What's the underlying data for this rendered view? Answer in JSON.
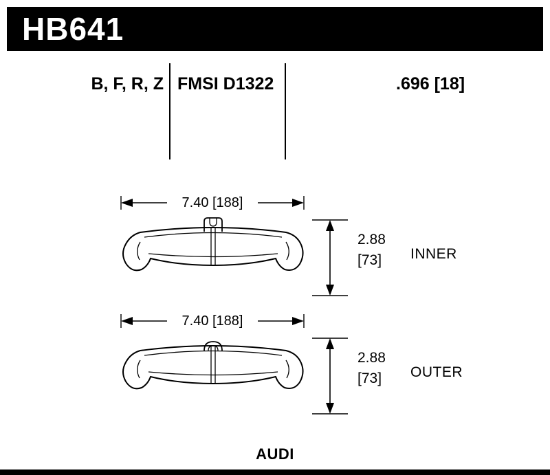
{
  "header": {
    "part_number": "HB641"
  },
  "spec_row": {
    "compound_codes": "B, F, R, Z",
    "fmsi_number": "FMSI D1322",
    "thickness": ".696 [18]"
  },
  "pads": [
    {
      "width_label": "7.40 [188]",
      "height_in": "2.88",
      "height_mm": "[73]",
      "position": "INNER"
    },
    {
      "width_label": "7.40 [188]",
      "height_in": "2.88",
      "height_mm": "[73]",
      "position": "OUTER"
    }
  ],
  "footer": {
    "make": "AUDI"
  },
  "colors": {
    "banner": "#000000",
    "ink": "#000000",
    "background": "#ffffff"
  }
}
